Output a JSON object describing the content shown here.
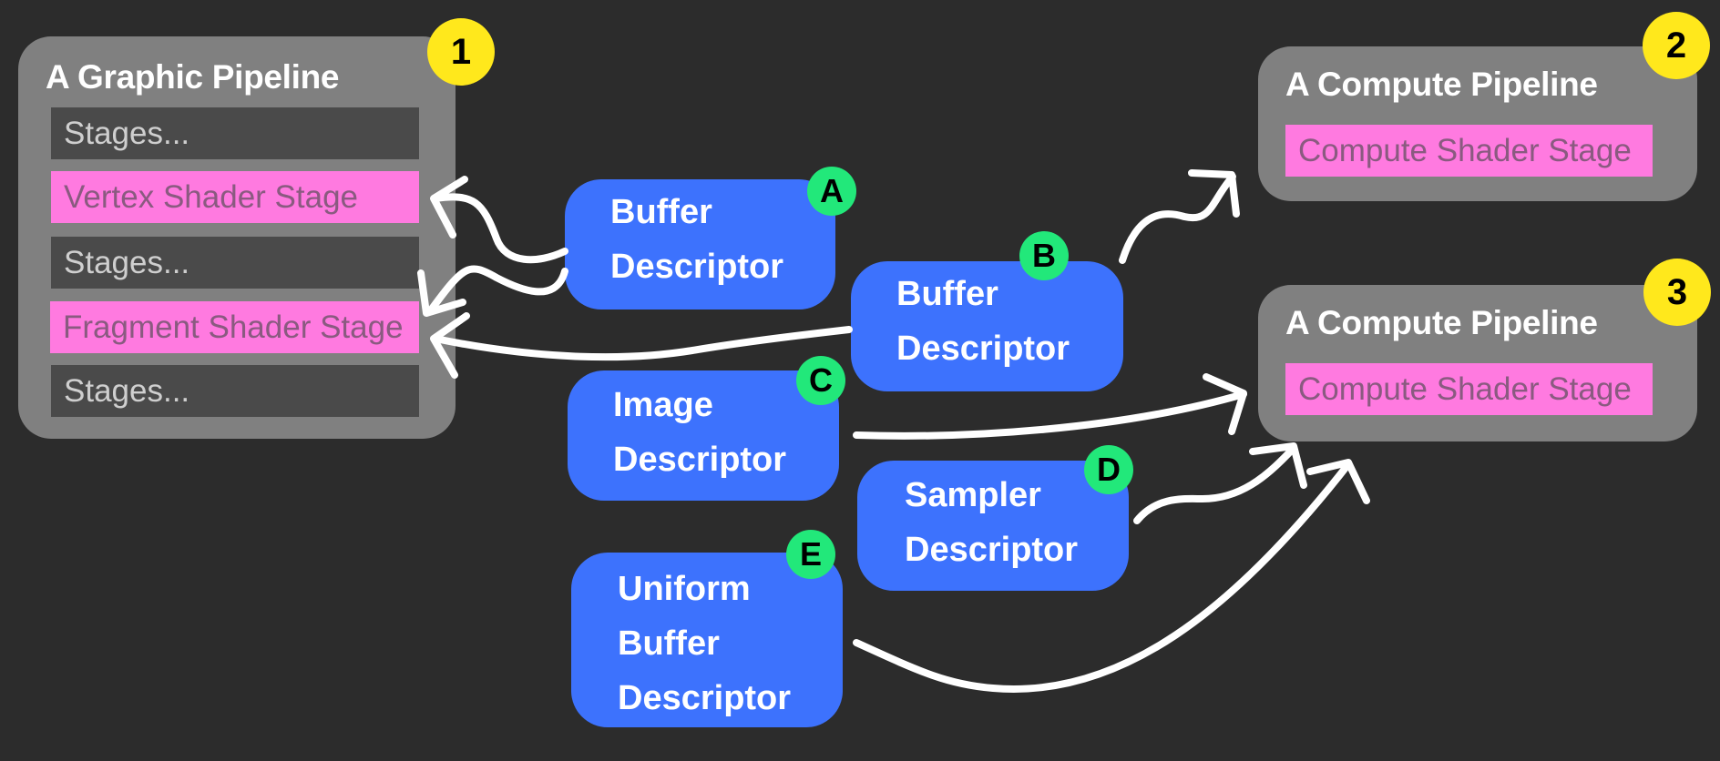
{
  "pipelines": {
    "graphic": {
      "title": "A Graphic Pipeline",
      "badge": "1",
      "stages": [
        "Stages...",
        "Vertex Shader Stage",
        "Stages...",
        "Fragment Shader Stage",
        "Stages..."
      ]
    },
    "compute_top": {
      "title": "A Compute Pipeline",
      "badge": "2",
      "stage": "Compute Shader Stage"
    },
    "compute_bottom": {
      "title": "A Compute Pipeline",
      "badge": "3",
      "stage": "Compute Shader Stage"
    }
  },
  "descriptors": {
    "a": {
      "badge": "A",
      "lines": [
        "Buffer",
        "Descriptor"
      ]
    },
    "b": {
      "badge": "B",
      "lines": [
        "Buffer",
        "Descriptor"
      ]
    },
    "c": {
      "badge": "C",
      "lines": [
        "Image",
        "Descriptor"
      ]
    },
    "d": {
      "badge": "D",
      "lines": [
        "Sampler",
        "Descriptor"
      ]
    },
    "e": {
      "badge": "E",
      "lines": [
        "Uniform",
        "Buffer",
        "Descriptor"
      ]
    }
  },
  "colors": {
    "background": "#2c2c2c",
    "pipeline": "#808080",
    "generic_stage": "#4a4a4a",
    "shader_stage": "#ff7ae0",
    "descriptor": "#3d72fd",
    "number_badge": "#ffe81c",
    "letter_badge": "#22e87a",
    "arrow": "#ffffff"
  }
}
